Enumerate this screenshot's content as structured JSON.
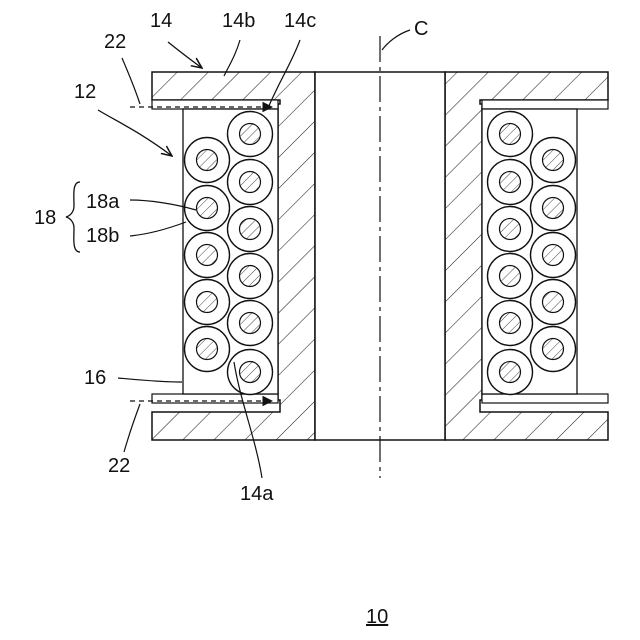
{
  "labels": {
    "bobbin": "14",
    "flange_top": "14b",
    "corner": "14c",
    "axis": "C",
    "coil_assembly": "12",
    "spacer_top": "22",
    "spacer_bottom": "22",
    "winding": "18",
    "conductor": "18a",
    "insulation": "18b",
    "resin": "16",
    "bottom_corner": "14a",
    "figure_number": "10"
  }
}
